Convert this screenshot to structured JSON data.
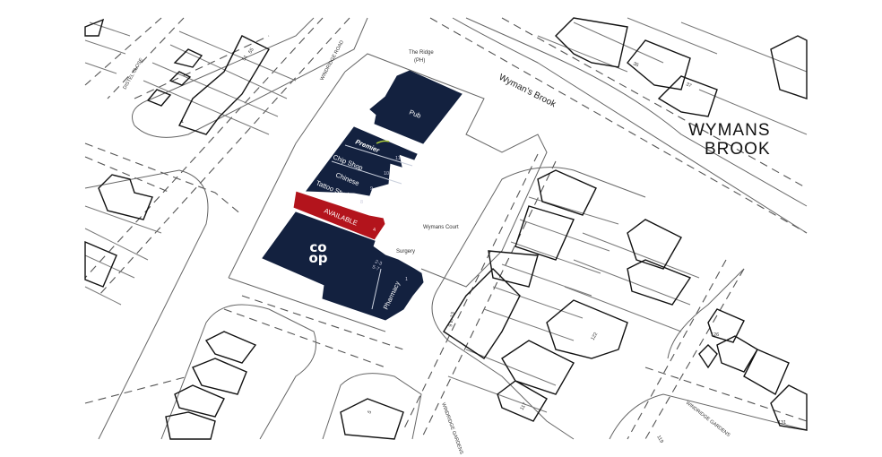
{
  "area_title": [
    "WYMANS BROOK"
  ],
  "area_title_lines": [
    "WYMANS",
    "BROOK"
  ],
  "colors": {
    "tenant_fill": "#13213f",
    "available_fill": "#b3141c",
    "premier_accent": "#a8c63a"
  },
  "units": [
    {
      "name": "Pub",
      "unit": ""
    },
    {
      "name": "Premier",
      "unit": "11"
    },
    {
      "name": "Chip Shop",
      "unit": "10"
    },
    {
      "name": "Chinese",
      "unit": "9"
    },
    {
      "name": "Tattoo Studio",
      "unit": "8"
    },
    {
      "name": "AVAILABLE",
      "unit": "4"
    },
    {
      "name": "co op",
      "unit": "2-3\n5-7",
      "unit_lines": [
        "2-3",
        "5-7"
      ]
    },
    {
      "name": "Pharmacy",
      "unit": "1"
    }
  ],
  "place_labels": {
    "the_ridge": "The Ridge",
    "ph": "(PH)",
    "brook": "Wyman's Brook",
    "wymans_court": "Wymans Court",
    "surgery": "Surgery"
  },
  "street_labels": {
    "windridge_road": "WINDRIDGE ROAD",
    "distel_close": "DISTEL CLOSE",
    "windridge_gardens_1": "WINDRIDGE GARDENS",
    "windridge_gardens_2": "WINDRIDGE GARDENS"
  },
  "house_numbers": [
    "55",
    "51",
    "1",
    "36",
    "37",
    "126",
    "122",
    "117",
    "131",
    "9 to 13",
    "119",
    "5"
  ]
}
